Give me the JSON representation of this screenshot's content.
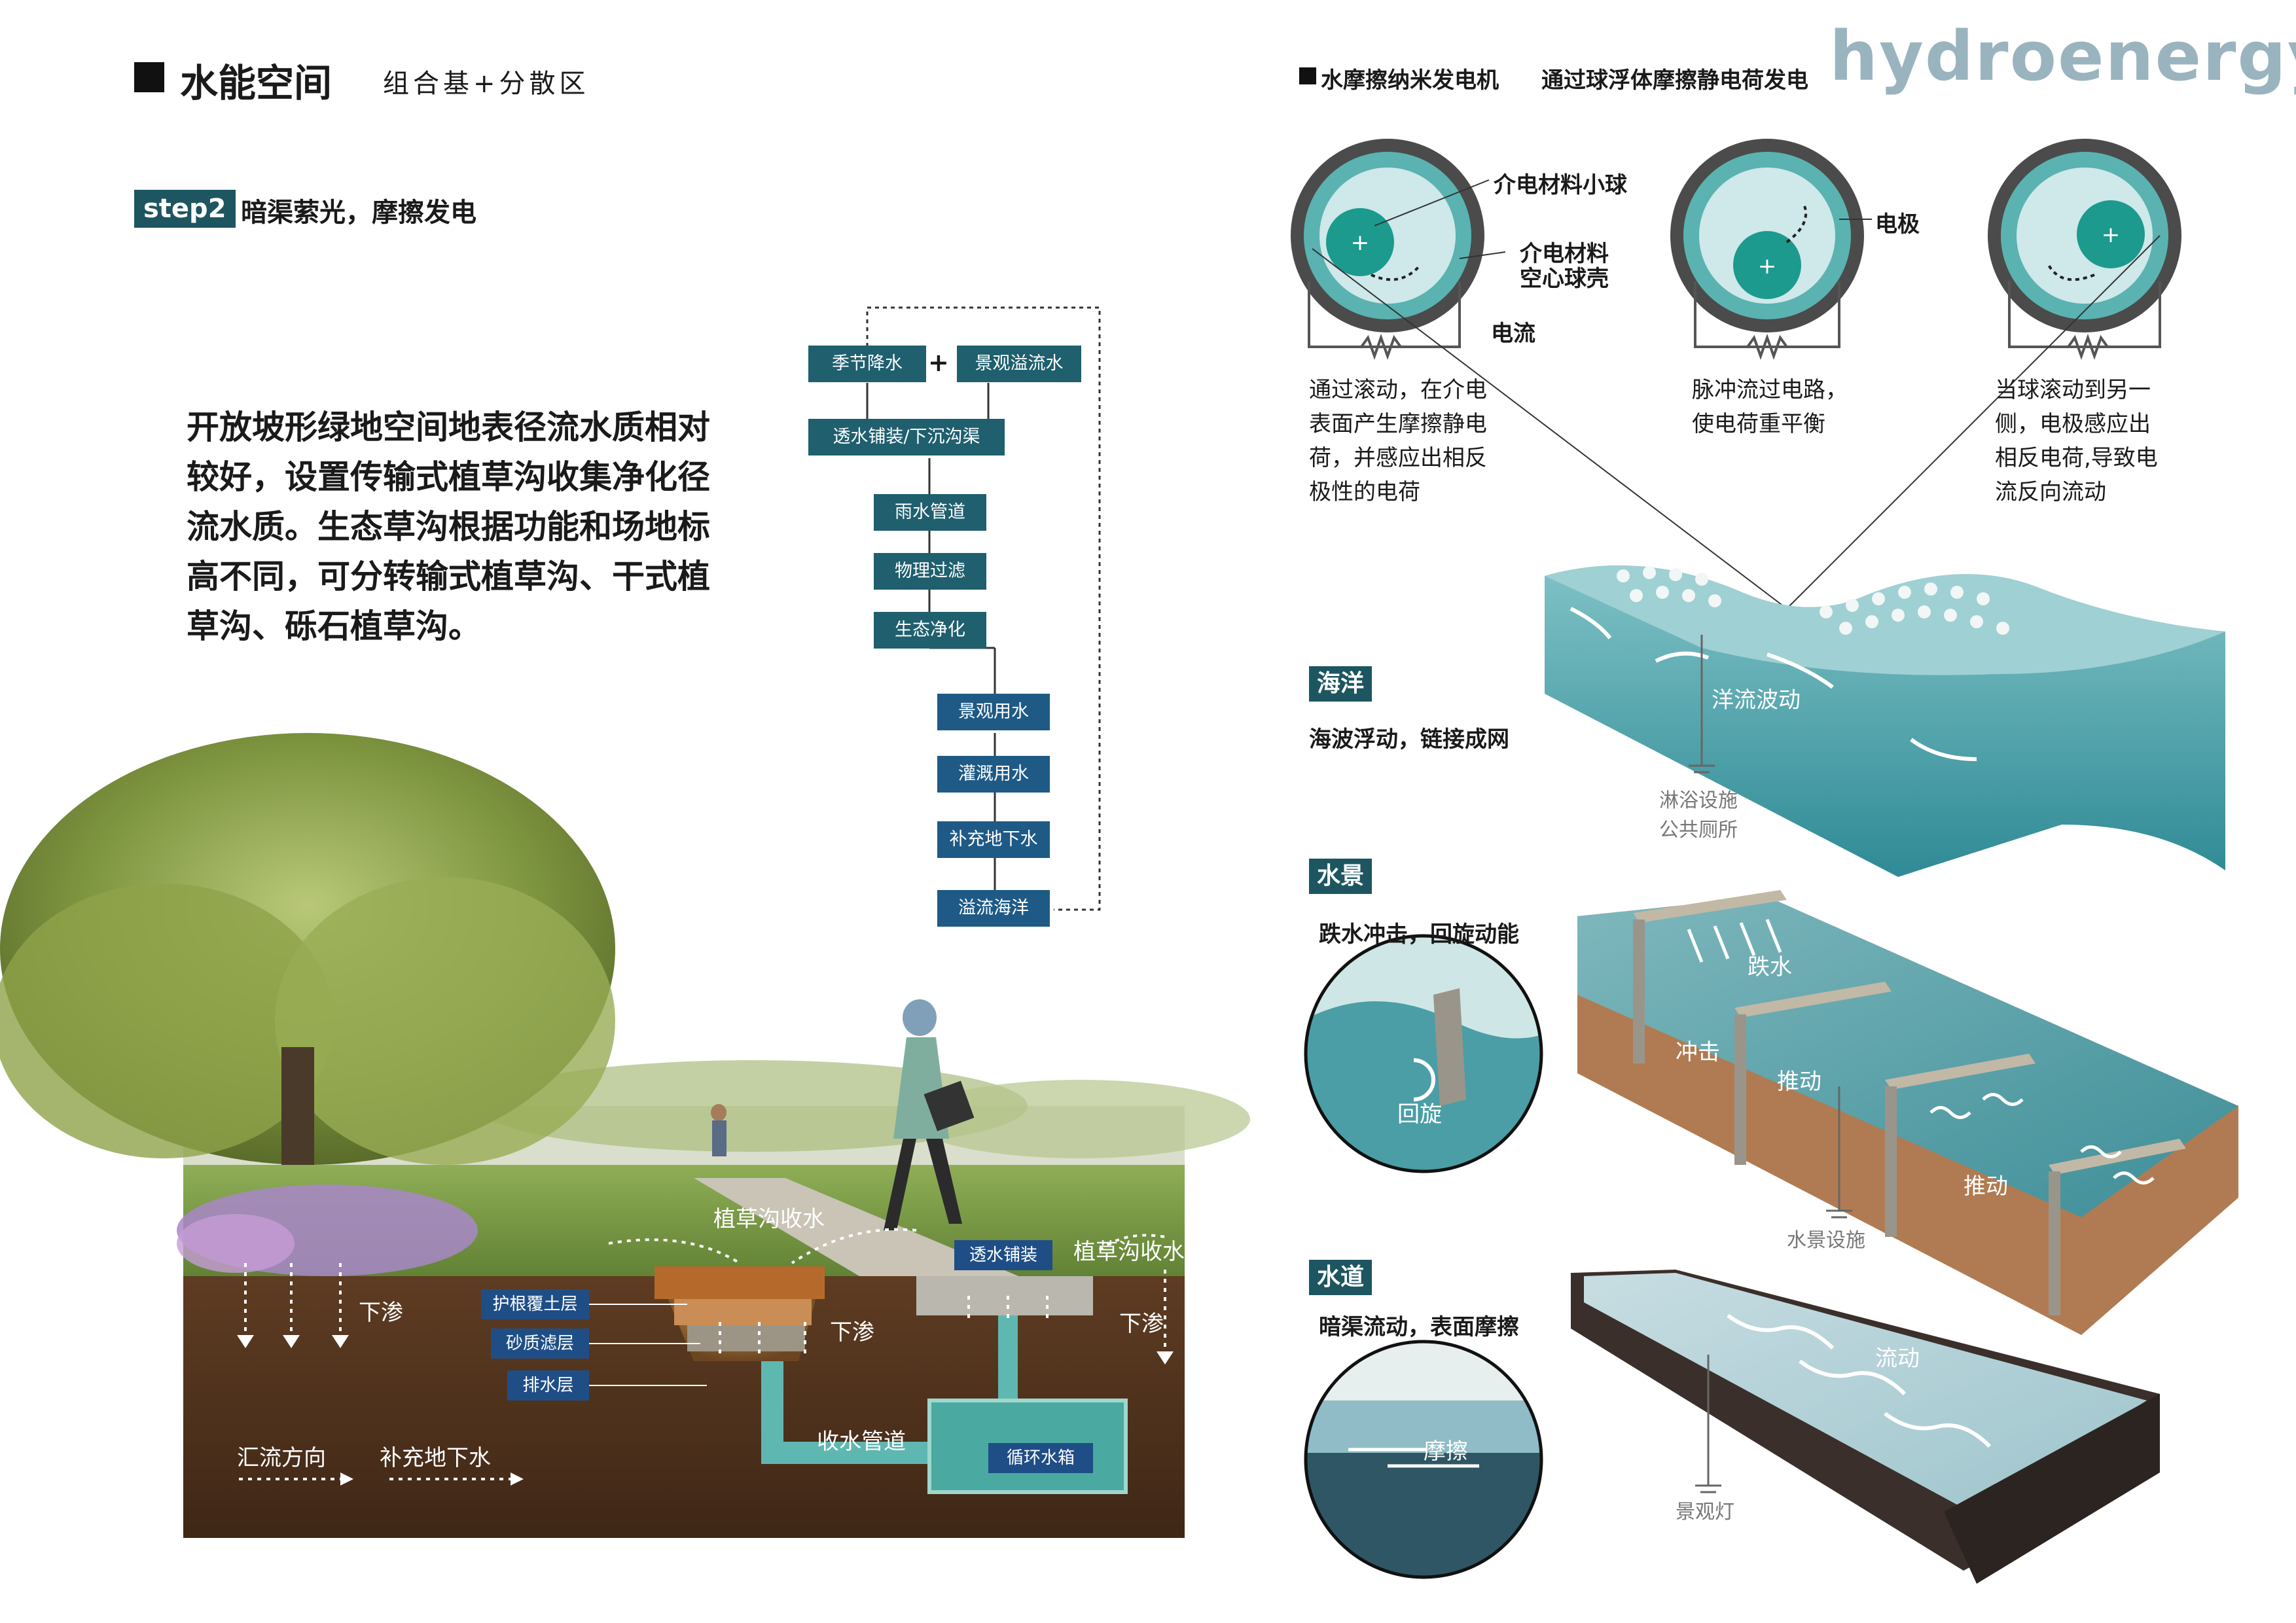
{
  "header": {
    "title": "水能空间",
    "subtitle": "组合基+分散区",
    "step_badge": "step2",
    "step_text": "暗渠萦光，摩擦发电",
    "right_title": "水摩擦纳米发电机",
    "right_subtitle": "通过球浮体摩擦静电荷发电",
    "brand": "hydroenergy"
  },
  "paragraph": [
    "开放坡形绿地空间地表径流水质相对",
    "较好，设置传输式植草沟收集净化径",
    "流水质。生态草沟根据功能和场地标",
    "高不同，可分转输式植草沟、干式植",
    "草沟、砾石植草沟。"
  ],
  "flow": {
    "source1": "季节降水",
    "plus": "+",
    "source2": "景观溢流水",
    "steps": [
      "透水铺装/下沉沟渠",
      "雨水管道",
      "物理过滤",
      "生态净化",
      "景观用水",
      "灌溉用水",
      "补充地下水",
      "溢流海洋"
    ]
  },
  "section": {
    "swale_label_1": "植草沟收水",
    "swale_label_2": "植草沟收水",
    "permeable_paving": "透水铺装",
    "layers": [
      "护根覆土层",
      "砂质滤层",
      "排水层"
    ],
    "infiltrate": [
      "下渗",
      "下渗",
      "下渗"
    ],
    "pipe": "收水管道",
    "tank": "循环水箱",
    "flow_direction": "汇流方向",
    "recharge": "补充地下水"
  },
  "generator": {
    "labels": {
      "ball": "介电材料小球",
      "shell_1": "介电材料",
      "shell_2": "空心球壳",
      "current": "电流",
      "electrode": "电极"
    },
    "captions": [
      [
        "通过滚动，在介电",
        "表面产生摩擦静电",
        "荷，并感应出相反",
        "极性的电荷"
      ],
      [
        "脉冲流过电路，",
        "使电荷重平衡"
      ],
      [
        "当球滚动到另一",
        "侧，电极感应出",
        "相反电荷,导致电",
        "流反向流动"
      ]
    ]
  },
  "ocean": {
    "tag": "海洋",
    "desc": "海波浮动，链接成网",
    "wave_label": "洋流波动",
    "facility_1": "淋浴设施",
    "facility_2": "公共厕所"
  },
  "waterscape": {
    "tag": "水景",
    "desc": "跌水冲击，回旋动能",
    "labels": [
      "跌水",
      "冲击",
      "推动",
      "推动"
    ],
    "inset_label": "回旋",
    "facility": "水景设施"
  },
  "channel": {
    "tag": "水道",
    "desc": "暗渠流动，表面摩擦",
    "flow_label": "流动",
    "inset_label": "摩擦",
    "facility": "景观灯"
  },
  "colors": {
    "teal_dark": "#1d5660",
    "flow_teal": "#1f5f6e",
    "flow_blue": "#1f5a86",
    "brand": "#9ab4bf",
    "water": "#5fb1b8",
    "soil": "#5a3a22"
  }
}
